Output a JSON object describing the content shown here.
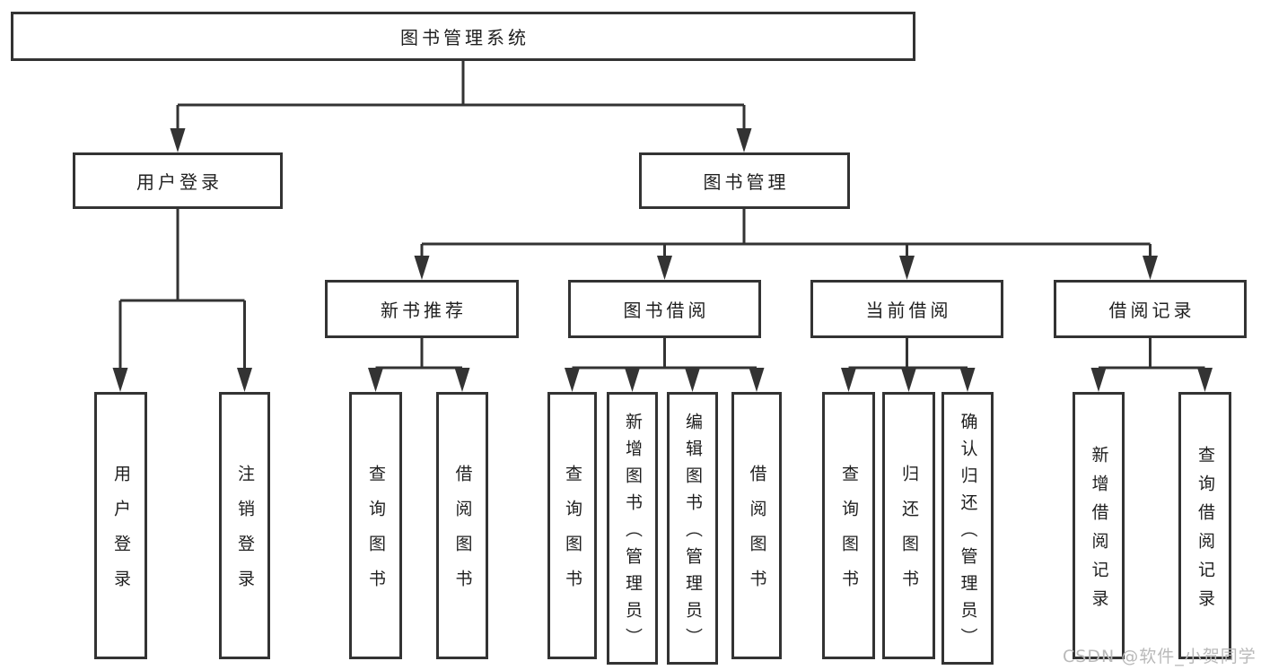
{
  "diagram": {
    "title_node": "图书管理系统",
    "level2": {
      "login": "用户登录",
      "book_mgmt": "图书管理"
    },
    "level3": {
      "new_book_rec": "新书推荐",
      "book_borrow": "图书借阅",
      "current_borrow": "当前借阅",
      "borrow_records": "借阅记录"
    },
    "leaves": {
      "login_user": "用户登录",
      "login_logout": "注销登录",
      "nbr_query": "查询图书",
      "nbr_borrow": "借阅图书",
      "bb_query": "查询图书",
      "bb_add": "新增图书（管理员）",
      "bb_edit": "编辑图书（管理员）",
      "bb_borrow": "借阅图书",
      "cb_query": "查询图书",
      "cb_return": "归还图书",
      "cb_confirm": "确认归还（管理员）",
      "br_add": "新增借阅记录",
      "br_query": "查询借阅记录"
    }
  },
  "watermark": {
    "text": "CSDN @软件_小贺同学"
  },
  "colors": {
    "line": "#333333",
    "box_border": "#333333",
    "text": "#1f1f1f",
    "watermark": "#b9b9b9",
    "background": "#ffffff"
  }
}
